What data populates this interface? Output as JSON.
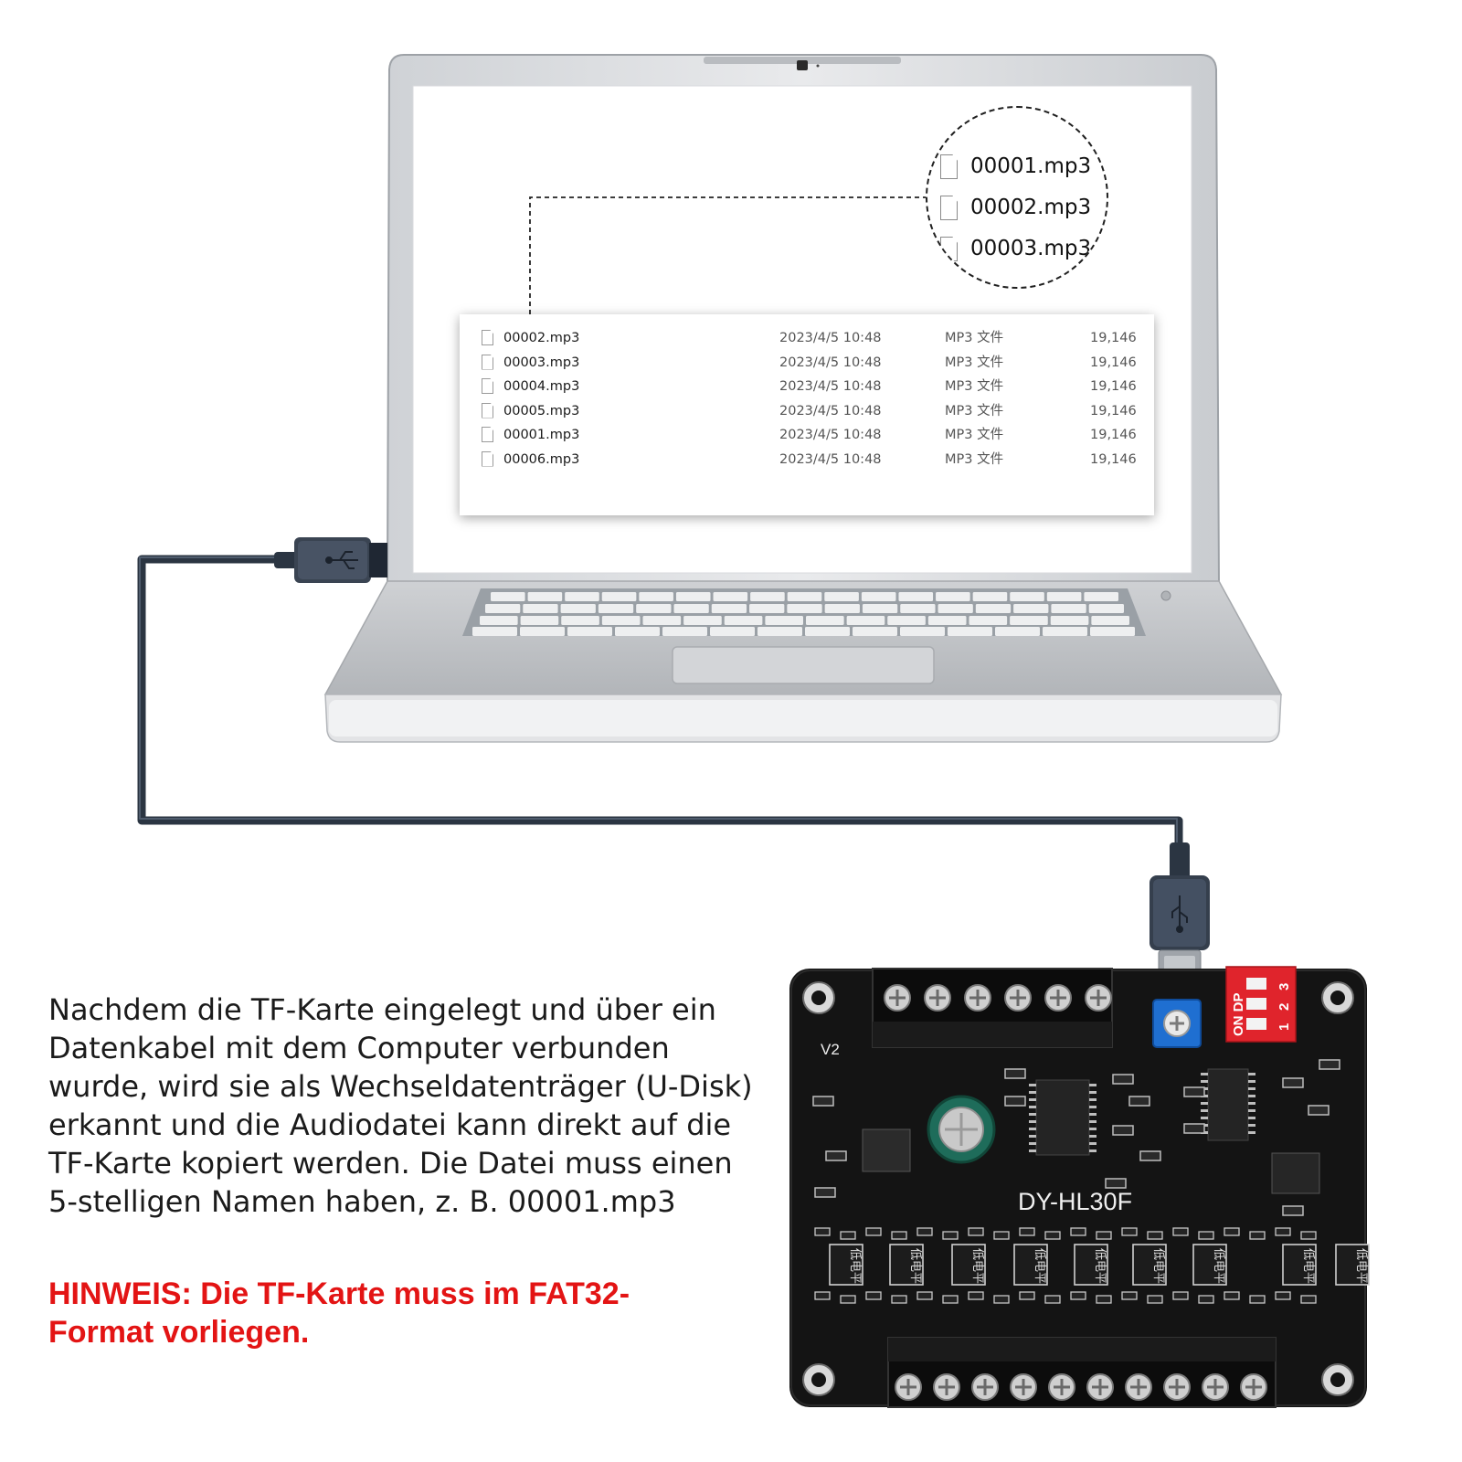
{
  "explorer": {
    "files": [
      {
        "name": "00002.mp3",
        "date": "2023/4/5 10:48",
        "type": "MP3 文件",
        "size": "19,146"
      },
      {
        "name": "00003.mp3",
        "date": "2023/4/5 10:48",
        "type": "MP3 文件",
        "size": "19,146"
      },
      {
        "name": "00004.mp3",
        "date": "2023/4/5 10:48",
        "type": "MP3 文件",
        "size": "19,146"
      },
      {
        "name": "00005.mp3",
        "date": "2023/4/5 10:48",
        "type": "MP3 文件",
        "size": "19,146"
      },
      {
        "name": "00001.mp3",
        "date": "2023/4/5 10:48",
        "type": "MP3 文件",
        "size": "19,146"
      },
      {
        "name": "00006.mp3",
        "date": "2023/4/5 10:48",
        "type": "MP3 文件",
        "size": "19,146"
      }
    ]
  },
  "zoom": {
    "files": [
      "00001.mp3",
      "00002.mp3",
      "00003.mp3"
    ]
  },
  "board": {
    "model": "DY-HL30F",
    "version": "V2",
    "dip_label": "ON DP",
    "dip_numbers": [
      "1",
      "2",
      "3"
    ],
    "ic_label": "低电平"
  },
  "icons": {
    "usb": "usb-icon",
    "file": "file-icon"
  },
  "colors": {
    "note": "#e31414",
    "dip_switch": "#e0242c",
    "potentiometer": "#1f6fd1",
    "cable": "#2b3542",
    "pcb": "#141414"
  },
  "text": {
    "description": "Nachdem die TF-Karte eingelegt und über ein Datenkabel mit dem Computer verbunden wurde, wird sie als Wechseldatenträger (U-Disk) erkannt und die Audiodatei kann direkt auf die TF-Karte kopiert werden. Die Datei muss einen 5-stelligen Namen haben, z. B. 00001.mp3",
    "note": "HINWEIS: Die TF-Karte muss im FAT32-Format vorliegen."
  }
}
